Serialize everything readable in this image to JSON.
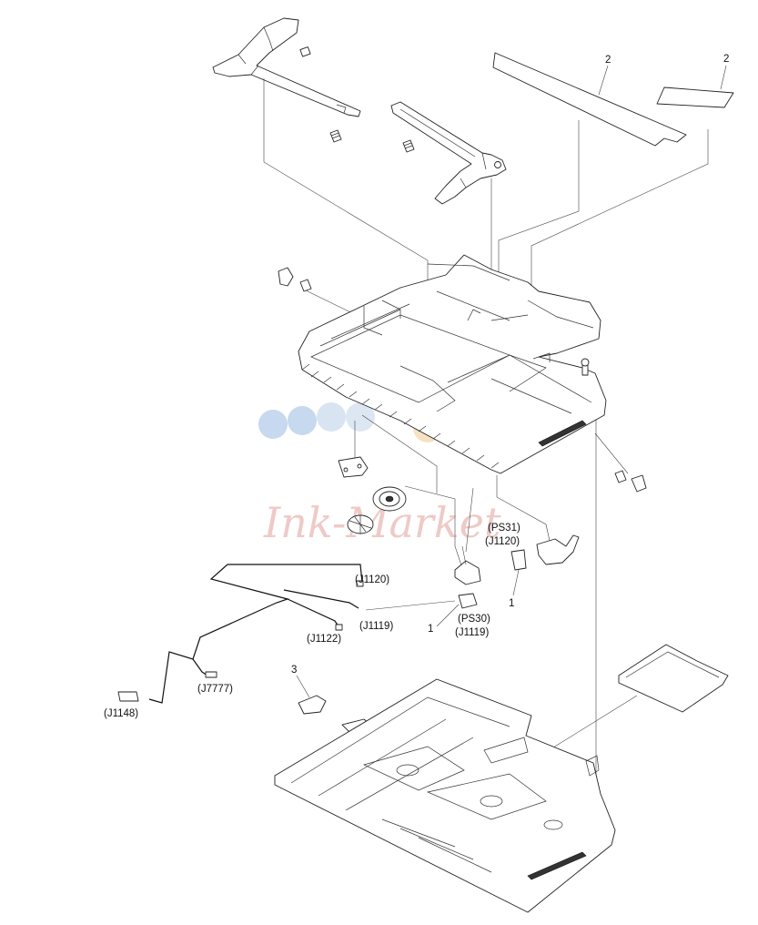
{
  "callouts": {
    "c2a": "2",
    "c2b": "2",
    "c1a": "1",
    "c1b": "1",
    "c3": "3"
  },
  "connectors": {
    "ps31": "(PS31)",
    "j1120b": "(J1120)",
    "j1120": "(J1120)",
    "j1119": "(J1119)",
    "ps30": "(PS30)",
    "j1119b": "(J1119)",
    "j1122": "(J1122)",
    "j7777": "(J7777)",
    "j1148": "(J1148)"
  },
  "watermark": {
    "text": "Ink-Market",
    "dot_colors": [
      "#b8d0ea",
      "#cfddf0",
      "#f5d9b4",
      "#f0c890"
    ]
  }
}
